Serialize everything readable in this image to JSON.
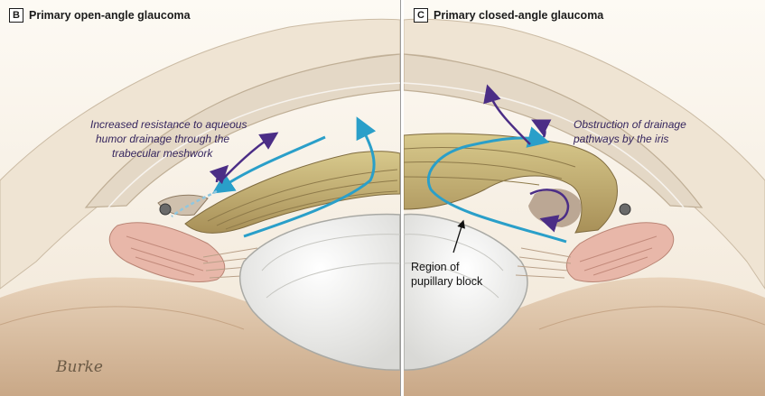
{
  "panels": {
    "left": {
      "letter": "B",
      "title": "Primary open-angle glaucoma",
      "annotation_lines": [
        "Increased resistance to aqueous",
        "humor drainage through the",
        "trabecular meshwork"
      ],
      "signature": "Burke"
    },
    "right": {
      "letter": "C",
      "title": "Primary closed-angle glaucoma",
      "annotation_lines": [
        "Obstruction of drainage",
        "pathways by the iris"
      ],
      "region_label_lines": [
        "Region of",
        "pupillary block"
      ]
    }
  },
  "colors": {
    "background": "#fbf6ee",
    "cornea": "#e6dccd",
    "lens": "#f2f2f0",
    "iris": "#c9b57a",
    "ciliary_body": "#e8b7a9",
    "aqueous_flow_arrow": "#2a9fc9",
    "annotation_arrow": "#4b2d86"
  }
}
